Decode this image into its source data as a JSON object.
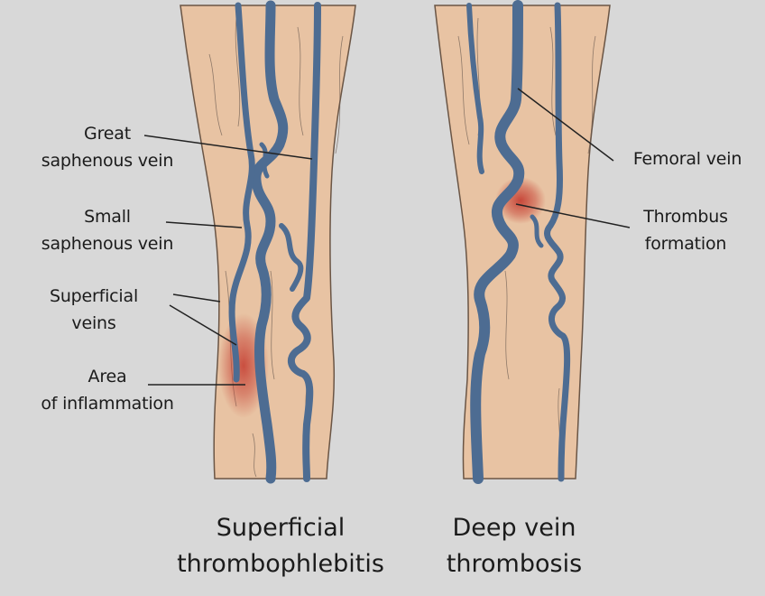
{
  "colors": {
    "background": "#d8d8d8",
    "skin": "#e8c3a3",
    "skin_outline": "#6a5545",
    "vein": "#4d6c92",
    "inflammation": "#c43a2e",
    "leader_line": "#222222"
  },
  "labels": {
    "great_saphenous": [
      "Great",
      "saphenous vein"
    ],
    "small_saphenous": [
      "Small",
      "saphenous vein"
    ],
    "superficial_veins": [
      "Superficial",
      "veins"
    ],
    "inflammation": [
      "Area",
      "of inflammation"
    ],
    "femoral_vein": [
      "Femoral vein"
    ],
    "thrombus": [
      "Thrombus",
      "formation"
    ]
  },
  "captions": {
    "left": [
      "Superficial",
      "thrombophlebitis"
    ],
    "right": [
      "Deep vein",
      "thrombosis"
    ]
  }
}
